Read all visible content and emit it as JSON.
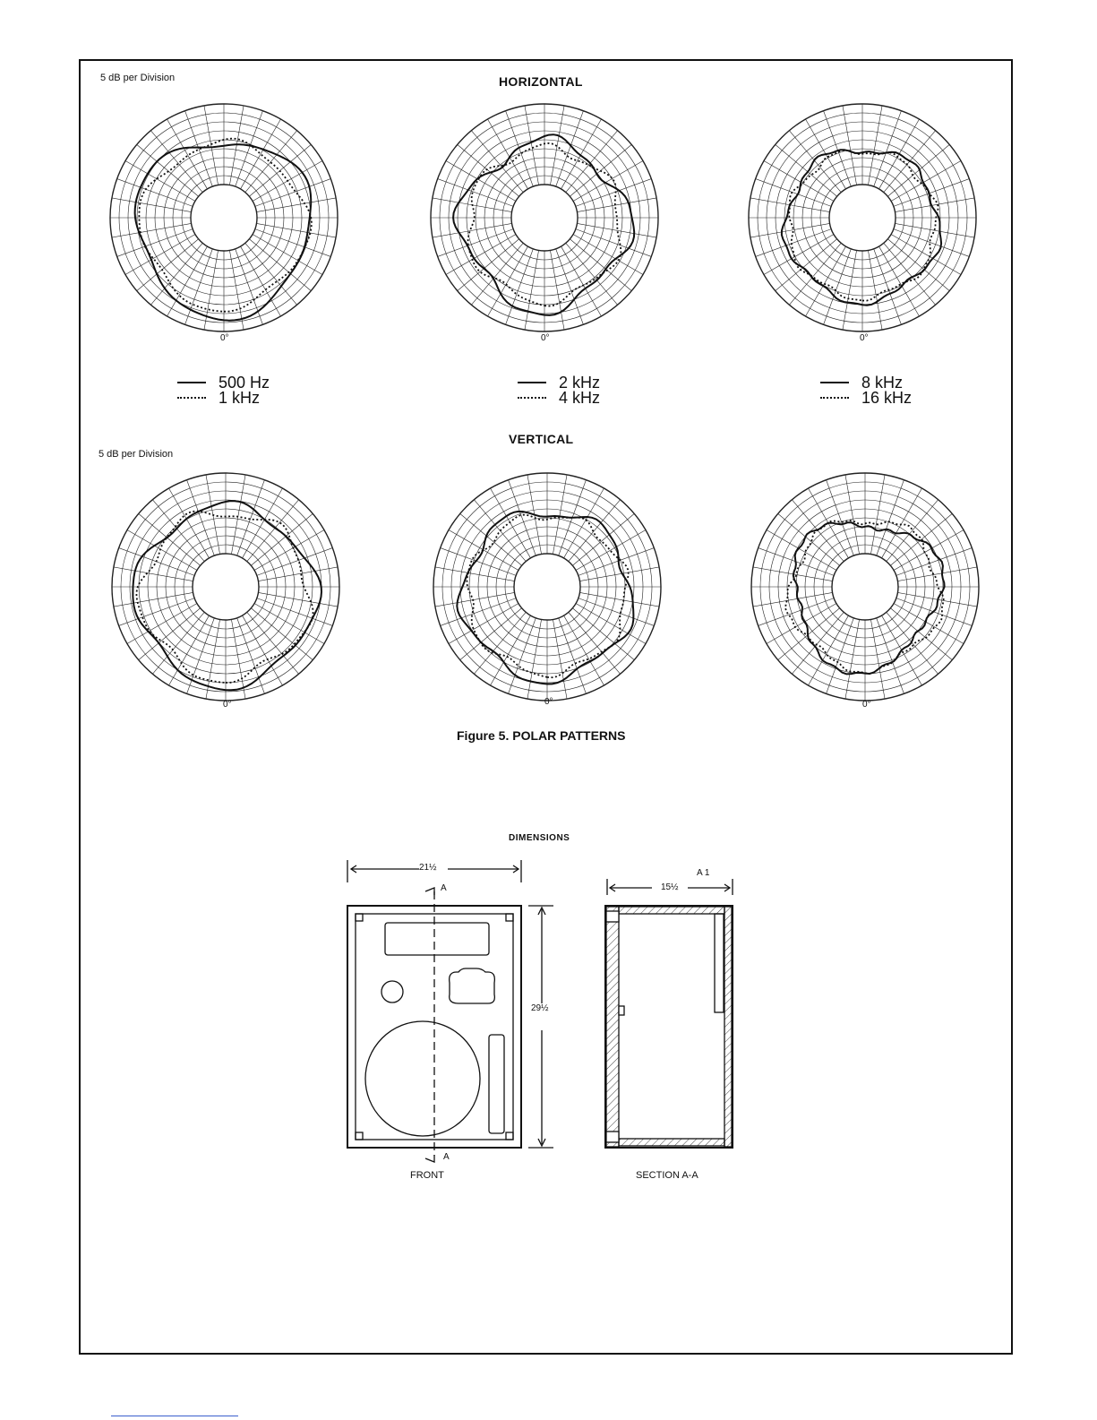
{
  "page": {
    "scale_note_top": "5 dB per Division",
    "scale_note_bottom": "5 dB per Division",
    "horizontal_title": "HORIZONTAL",
    "vertical_title": "VERTICAL",
    "figure_caption": "Figure 5. POLAR PATTERNS",
    "zero_label": "0°"
  },
  "legends": [
    {
      "solid": "500 Hz",
      "dotted": "1 kHz"
    },
    {
      "solid": "2 kHz",
      "dotted": "4 kHz"
    },
    {
      "solid": "8 kHz",
      "dotted": "16 kHz"
    }
  ],
  "dimensions": {
    "title": "DIMENSIONS",
    "width_label": "21½",
    "height_label": "29½",
    "depth_label": "15½",
    "section_marker": "A",
    "section_marker_top": "A 1",
    "front_label": "FRONT",
    "section_label": "SECTION A-A"
  },
  "chart_data": [
    {
      "type": "polar",
      "plane": "horizontal",
      "series": [
        {
          "name": "500 Hz",
          "style": "solid"
        },
        {
          "name": "1 kHz",
          "style": "dotted"
        }
      ]
    },
    {
      "type": "polar",
      "plane": "horizontal",
      "series": [
        {
          "name": "2 kHz",
          "style": "solid"
        },
        {
          "name": "4 kHz",
          "style": "dotted"
        }
      ]
    },
    {
      "type": "polar",
      "plane": "horizontal",
      "series": [
        {
          "name": "8 kHz",
          "style": "solid"
        },
        {
          "name": "16 kHz",
          "style": "dotted"
        }
      ]
    },
    {
      "type": "polar",
      "plane": "vertical",
      "series": [
        {
          "name": "500 Hz",
          "style": "solid"
        },
        {
          "name": "1 kHz",
          "style": "dotted"
        }
      ]
    },
    {
      "type": "polar",
      "plane": "vertical",
      "series": [
        {
          "name": "2 kHz",
          "style": "solid"
        },
        {
          "name": "4 kHz",
          "style": "dotted"
        }
      ]
    },
    {
      "type": "polar",
      "plane": "vertical",
      "series": [
        {
          "name": "8 kHz",
          "style": "solid"
        },
        {
          "name": "16 kHz",
          "style": "dotted"
        }
      ]
    }
  ]
}
